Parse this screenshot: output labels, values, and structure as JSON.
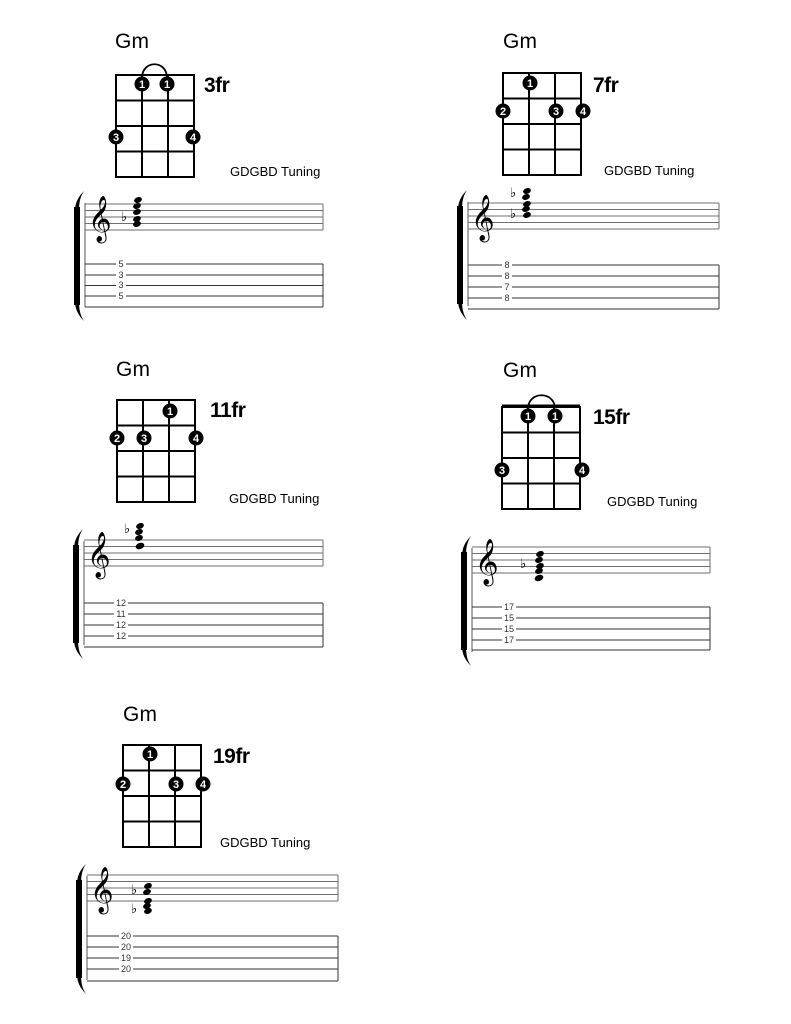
{
  "chords": [
    {
      "name": "Gm",
      "fret_label": "3fr",
      "tuning": "GDGBD Tuning",
      "barre": true,
      "dots": [
        {
          "string": 1,
          "fret": 1,
          "finger": "1"
        },
        {
          "string": 2,
          "fret": 1,
          "finger": "1"
        },
        {
          "string": 0,
          "fret": 3,
          "finger": "3"
        },
        {
          "string": 3,
          "fret": 3,
          "finger": "4"
        }
      ],
      "staff_notes": {
        "flats": 1,
        "description": "G-Bb-D-G chord (Bb flat)"
      },
      "tab": [
        "5",
        "3",
        "3",
        "5"
      ]
    },
    {
      "name": "Gm",
      "fret_label": "7fr",
      "tuning": "GDGBD Tuning",
      "barre": false,
      "dots": [
        {
          "string": 1,
          "fret": 1,
          "finger": "1"
        },
        {
          "string": 0,
          "fret": 2,
          "finger": "2"
        },
        {
          "string": 2,
          "fret": 2,
          "finger": "3"
        },
        {
          "string": 3,
          "fret": 2,
          "finger": "4"
        }
      ],
      "staff_notes": {
        "flats": 2,
        "description": "G-Bb-D-G-Bb chord (two flats)"
      },
      "tab": [
        "8",
        "8",
        "7",
        "8"
      ]
    },
    {
      "name": "Gm",
      "fret_label": "11fr",
      "tuning": "GDGBD Tuning",
      "barre": false,
      "dots": [
        {
          "string": 2,
          "fret": 1,
          "finger": "1"
        },
        {
          "string": 0,
          "fret": 2,
          "finger": "2"
        },
        {
          "string": 1,
          "fret": 2,
          "finger": "3"
        },
        {
          "string": 3,
          "fret": 2,
          "finger": "4"
        }
      ],
      "staff_notes": {
        "flats": 1,
        "description": "D-G-Bb-D chord (one flat)"
      },
      "tab": [
        "12",
        "11",
        "12",
        "12"
      ]
    },
    {
      "name": "Gm",
      "fret_label": "15fr",
      "tuning": "GDGBD Tuning",
      "barre": true,
      "dots": [
        {
          "string": 1,
          "fret": 1,
          "finger": "1"
        },
        {
          "string": 2,
          "fret": 1,
          "finger": "1"
        },
        {
          "string": 0,
          "fret": 3,
          "finger": "3"
        },
        {
          "string": 3,
          "fret": 3,
          "finger": "4"
        }
      ],
      "staff_notes": {
        "flats": 1,
        "description": "D-G-Bb-D chord (one flat)"
      },
      "tab": [
        "17",
        "15",
        "15",
        "17"
      ]
    },
    {
      "name": "Gm",
      "fret_label": "19fr",
      "tuning": "GDGBD Tuning",
      "barre": false,
      "dots": [
        {
          "string": 1,
          "fret": 1,
          "finger": "1"
        },
        {
          "string": 0,
          "fret": 2,
          "finger": "2"
        },
        {
          "string": 2,
          "fret": 2,
          "finger": "3"
        },
        {
          "string": 3,
          "fret": 2,
          "finger": "4"
        }
      ],
      "staff_notes": {
        "flats": 2,
        "description": "G-Bb-D-G-Bb chord (two flats)"
      },
      "tab": [
        "20",
        "20",
        "19",
        "20"
      ]
    }
  ],
  "icons": {
    "treble_clef": "𝄞",
    "flat": "♭"
  }
}
